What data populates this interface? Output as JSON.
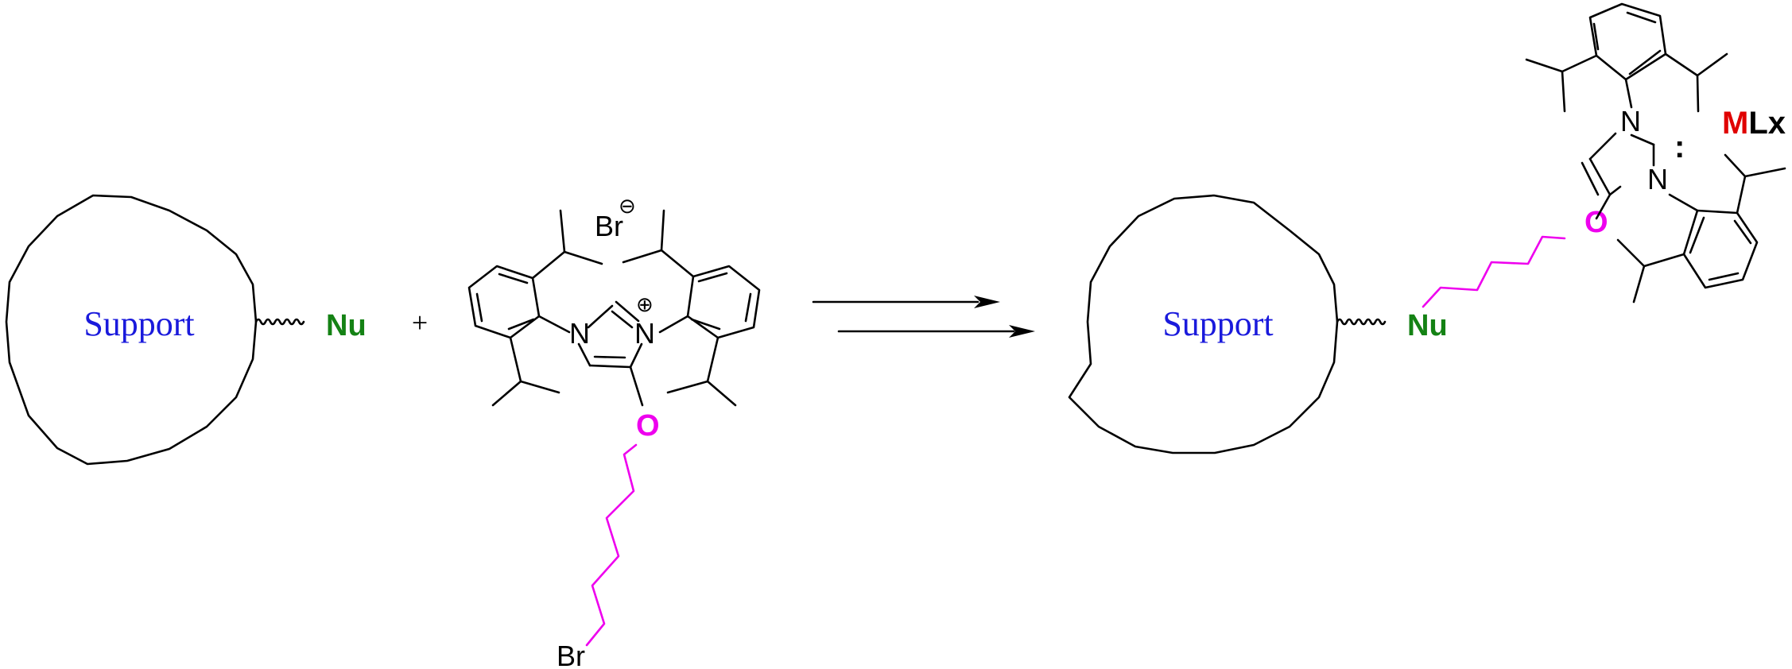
{
  "colors": {
    "support": "#1a1adc",
    "nucleophile": "#148214",
    "linker": "#ee00ee",
    "metal": "#e00000",
    "bond": "#000000"
  },
  "reactant_support": {
    "label": "Support",
    "nucleophile": "Nu"
  },
  "plus_sign": "+",
  "salt": {
    "counter_ion": "Br",
    "counter_ion_charge": "⊖",
    "cation_charge": "⊕",
    "nitrogen_left": "N",
    "nitrogen_right": "N",
    "ether_oxygen": "O",
    "terminal_halide": "Br"
  },
  "product": {
    "label": "Support",
    "nucleophile": "Nu",
    "ether_oxygen": "O",
    "nitrogen_top": "N",
    "nitrogen_bottom": "N",
    "carbene_dots": ":",
    "metal": "M",
    "ligands": "Lx"
  }
}
